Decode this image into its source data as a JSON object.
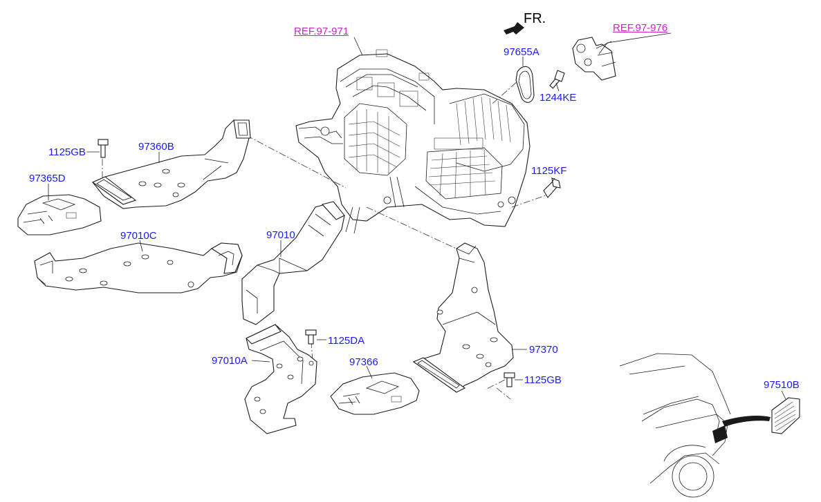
{
  "orientation": {
    "label": "FR."
  },
  "references": [
    {
      "id": "ref-97-971",
      "text": "REF.97-971"
    },
    {
      "id": "ref-97-976",
      "text": "REF.97-976"
    }
  ],
  "parts": [
    {
      "id": "97655A",
      "text": "97655A"
    },
    {
      "id": "1244KE",
      "text": "1244KE"
    },
    {
      "id": "1125KF",
      "text": "1125KF"
    },
    {
      "id": "1125GB-top",
      "text": "1125GB"
    },
    {
      "id": "97360B",
      "text": "97360B"
    },
    {
      "id": "97365D",
      "text": "97365D"
    },
    {
      "id": "97010C",
      "text": "97010C"
    },
    {
      "id": "97010",
      "text": "97010"
    },
    {
      "id": "1125DA",
      "text": "1125DA"
    },
    {
      "id": "97010A",
      "text": "97010A"
    },
    {
      "id": "97366",
      "text": "97366"
    },
    {
      "id": "97370",
      "text": "97370"
    },
    {
      "id": "1125GB-bottom",
      "text": "1125GB"
    },
    {
      "id": "97510B",
      "text": "97510B"
    }
  ],
  "colors": {
    "part_number": "#1a1aff",
    "reference": "#cc22cc",
    "line": "#1a1a1a"
  }
}
